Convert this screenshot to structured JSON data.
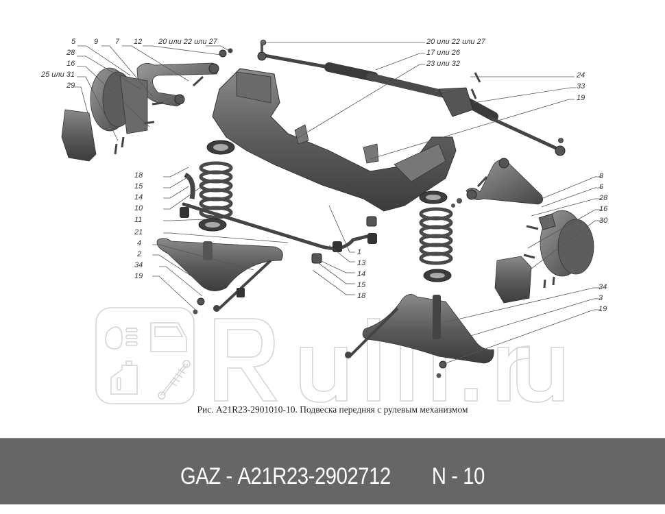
{
  "diagram": {
    "title": "Рис. A21R23-2901010-10. Подвеска передняя с рулевым механизмом",
    "watermark_text": "Rulli.ru",
    "watermark_icons": [
      "headlight-icon",
      "car-door-icon",
      "oil-bottle-icon",
      "shock-absorber-icon"
    ],
    "colors": {
      "part_fill": "#5a5a5a",
      "part_dark": "#3c3c3c",
      "part_light": "#8c8c8c",
      "leader_line": "#555555",
      "label_text": "#333333",
      "watermark": "#d4d4d4"
    },
    "callouts_left": [
      {
        "label": "5"
      },
      {
        "label": "9"
      },
      {
        "label": "7"
      },
      {
        "label": "12"
      },
      {
        "label": "20 или 22 или 27"
      },
      {
        "label": "28"
      },
      {
        "label": "16"
      },
      {
        "label": "25 или 31"
      },
      {
        "label": "29"
      },
      {
        "label": "18"
      },
      {
        "label": "15"
      },
      {
        "label": "14"
      },
      {
        "label": "10"
      },
      {
        "label": "11"
      },
      {
        "label": "21"
      },
      {
        "label": "4"
      },
      {
        "label": "2"
      },
      {
        "label": "34"
      },
      {
        "label": "19"
      }
    ],
    "callouts_top_right": [
      {
        "label": "20 или 22 или 27"
      },
      {
        "label": "17 или 26"
      },
      {
        "label": "23 или 32"
      },
      {
        "label": "24"
      },
      {
        "label": "33"
      },
      {
        "label": "19"
      }
    ],
    "callouts_center": [
      {
        "label": "1"
      },
      {
        "label": "13"
      },
      {
        "label": "14"
      },
      {
        "label": "15"
      },
      {
        "label": "18"
      }
    ],
    "callouts_right": [
      {
        "label": "8"
      },
      {
        "label": "6"
      },
      {
        "label": "28"
      },
      {
        "label": "16"
      },
      {
        "label": "30"
      },
      {
        "label": "34"
      },
      {
        "label": "3"
      },
      {
        "label": "19"
      }
    ]
  },
  "footer": {
    "brand": "GAZ",
    "separator": "-",
    "part_number": "A21R23-2902712",
    "position_label": "N",
    "position_separator": "-",
    "position_number": "10",
    "background": "#666666",
    "text_color": "#ffffff"
  }
}
